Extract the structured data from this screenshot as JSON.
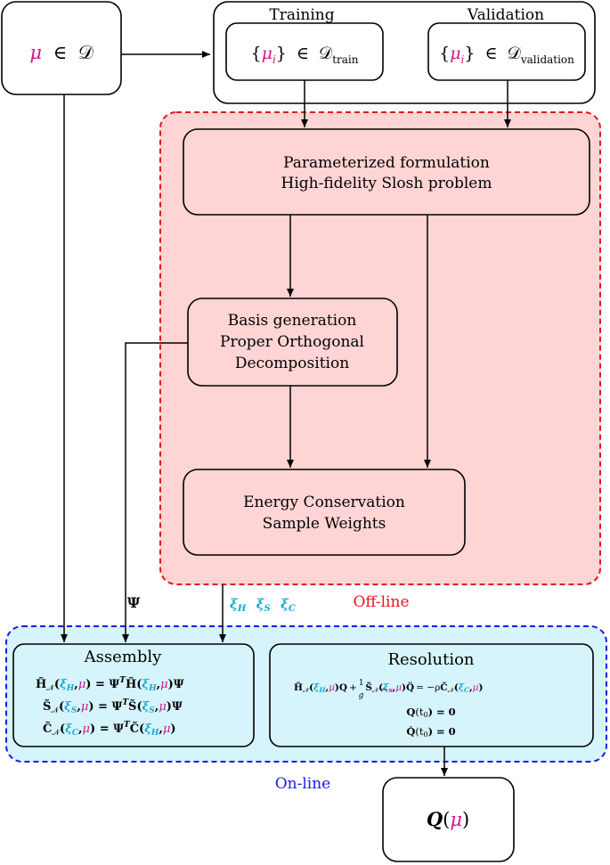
{
  "colors": {
    "magenta": "#d4148c",
    "cyan": "#19a9d2",
    "offline_border": "#e8141e",
    "offline_fill": "#ffd4d4",
    "online_border": "#1a1ae6",
    "online_fill": "#d6f4fb",
    "node_fill": "#ffd4d4",
    "node_online_fill": "#d6f4fb"
  },
  "input": {
    "mu": "μ",
    "in": "∈",
    "domain": "𝒟"
  },
  "split": {
    "training_label": "Training",
    "validation_label": "Validation",
    "train_set": {
      "open": "{",
      "mu": "μ",
      "sub_i": "i",
      "close": "}",
      "in": "∈",
      "domain": "𝒟",
      "sub": "train"
    },
    "validation_set": {
      "open": "{",
      "mu": "μ",
      "sub_i": "i",
      "close": "}",
      "in": "∈",
      "domain": "𝒟",
      "sub": "validation"
    }
  },
  "nodes": {
    "hifi": {
      "line1": "Parameterized formulation",
      "line2": "High-fidelity Slosh problem"
    },
    "basis": {
      "line1": "Basis generation",
      "line2": "Proper Orthogonal",
      "line3": "Decomposition"
    },
    "energy": {
      "line1": "Energy Conservation",
      "line2": "Sample Weights"
    }
  },
  "edges": {
    "psi": "Ψ",
    "xi": {
      "sym": "ξ",
      "H": "H",
      "S": "S",
      "C": "C"
    }
  },
  "regions": {
    "offline": "Off-line",
    "online": "On-line"
  },
  "assembly": {
    "title": "Assembly",
    "H": {
      "lhs": "H̃",
      "sub": "𝒩",
      "xi": "ξ",
      "xisub": "H",
      "mu": "μ",
      "eq": "= Ψ",
      "T": "T",
      "mat": "H̃",
      "tail": "Ψ"
    },
    "S": {
      "lhs": "S̃",
      "sub": "𝒩",
      "xi": "ξ",
      "xisub": "S",
      "mu": "μ",
      "eq": "= Ψ",
      "T": "T",
      "mat": "S̃",
      "tail": "Ψ"
    },
    "C": {
      "lhs": "C̃",
      "sub": "𝒩",
      "xi": "ξ",
      "xisub": "C",
      "mu": "μ",
      "eq": "= Ψ",
      "T": "T",
      "mat": "C̃",
      "xisub2": "H",
      "tail": ""
    }
  },
  "resolution": {
    "title": "Resolution",
    "eq1": {
      "H": "H̃",
      "sub": "𝒩",
      "xi": "ξ",
      "xiH": "H",
      "xiS": "s",
      "xiC": "C",
      "mu": "μ",
      "Q": "Q",
      "plus": "+",
      "one": "1",
      "g": "g",
      "S": "S̃",
      "Qdd": "Q̈",
      "eq": "= −ρ",
      "C": "C̃"
    },
    "eq2": {
      "Q": "Q",
      "t": "(t",
      "zero_sub": "0",
      "rhs": ") = 0"
    },
    "eq3": {
      "Q": "Q̇",
      "t": "(t",
      "zero_sub": "0",
      "rhs": ") = 0"
    }
  },
  "output": {
    "Q": "Q",
    "mu": "μ"
  }
}
